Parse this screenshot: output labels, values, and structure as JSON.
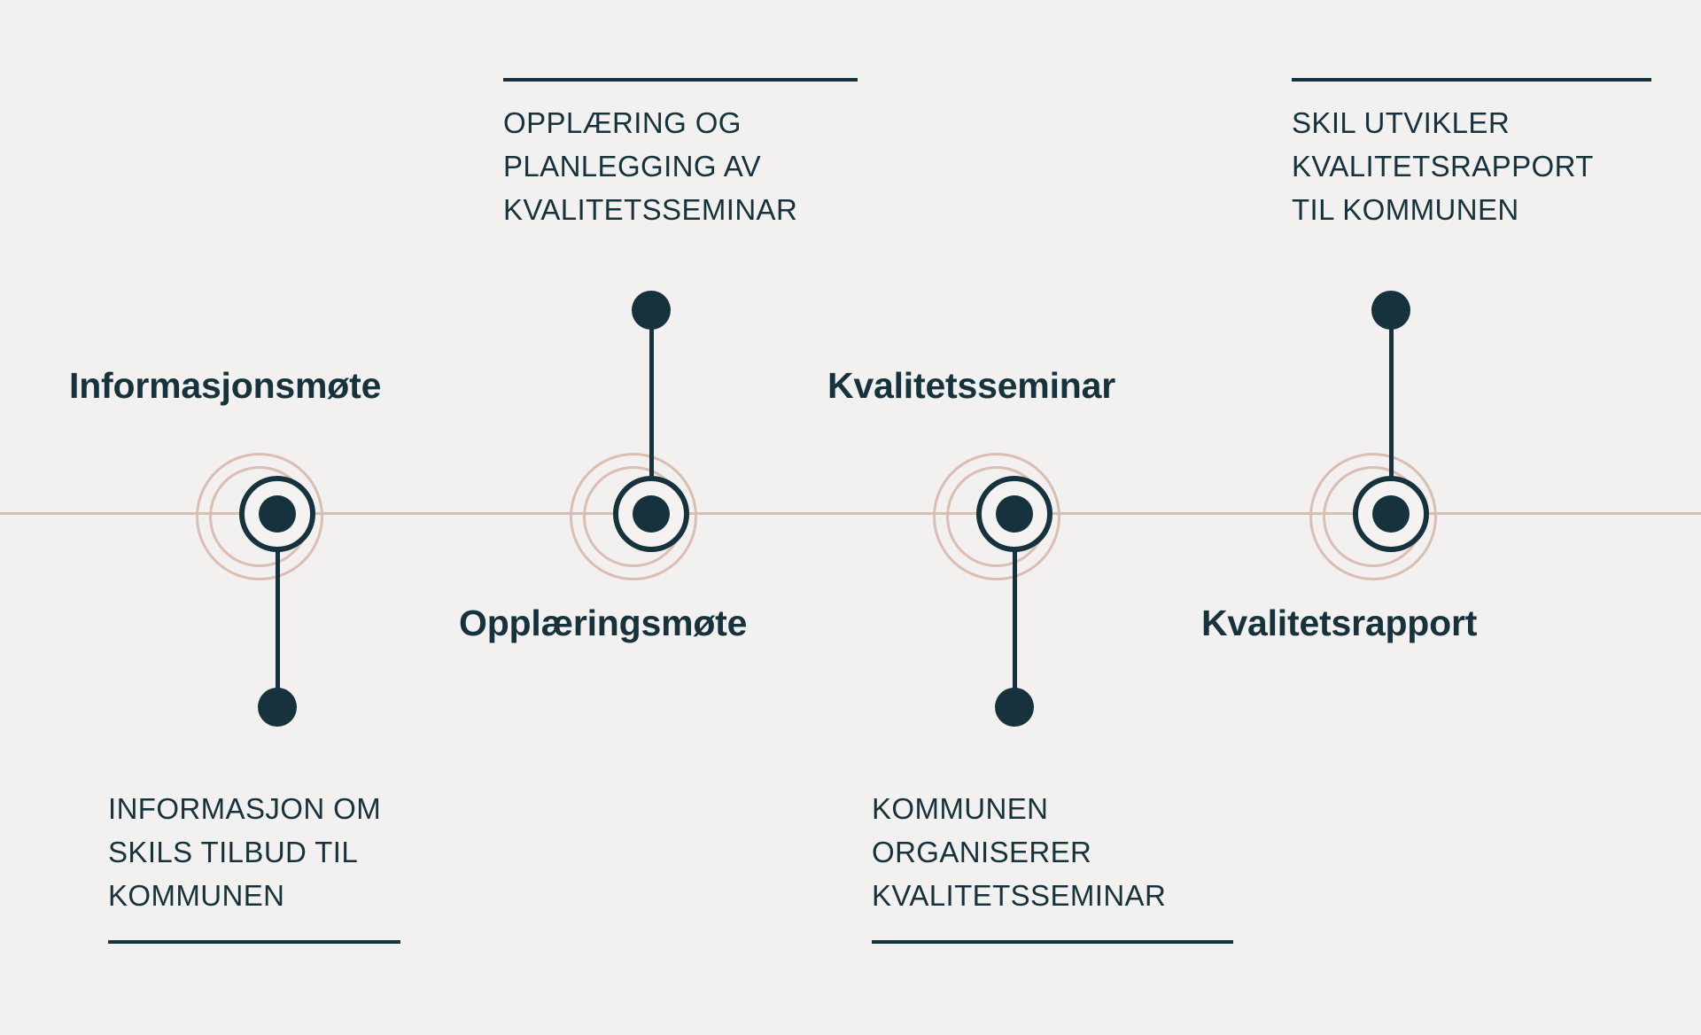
{
  "diagram": {
    "title": "SKIL kvalitetsprosess tidslinje",
    "type": "horizontal-timeline",
    "colors": {
      "background": "#f2f1f0",
      "ink": "#16323c",
      "accent_rose": "#d9bfb2"
    }
  },
  "axis": {
    "label": "timeline-axis",
    "color": "#d9bfb2"
  },
  "milestones": [
    {
      "id": "informasjonsmote",
      "title": "Informasjonsmøte",
      "title_position": "above-left",
      "caption_position": "below",
      "caption_rule": "bottom",
      "caption_lines": [
        "INFORMASJON OM",
        "SKILS TILBUD TIL",
        "KOMMUNEN"
      ]
    },
    {
      "id": "opplaringsmote",
      "title": "Opplæringsmøte",
      "title_position": "below-right",
      "caption_position": "above",
      "caption_rule": "top",
      "caption_lines": [
        "OPPLÆRING OG",
        "PLANLEGGING AV",
        "KVALITETSSEMINAR"
      ]
    },
    {
      "id": "kvalitetsseminar",
      "title": "Kvalitetsseminar",
      "title_position": "above-right",
      "caption_position": "below",
      "caption_rule": "bottom",
      "caption_lines": [
        "KOMMUNEN",
        "ORGANISERER",
        "KVALITETSSEMINAR"
      ]
    },
    {
      "id": "kvalitetsrapport",
      "title": "Kvalitetsrapport",
      "title_position": "below-right",
      "caption_position": "above",
      "caption_rule": "top",
      "caption_lines": [
        "SKIL UTVIKLER",
        "KVALITETSRAPPORT",
        "TIL KOMMUNEN"
      ]
    }
  ]
}
